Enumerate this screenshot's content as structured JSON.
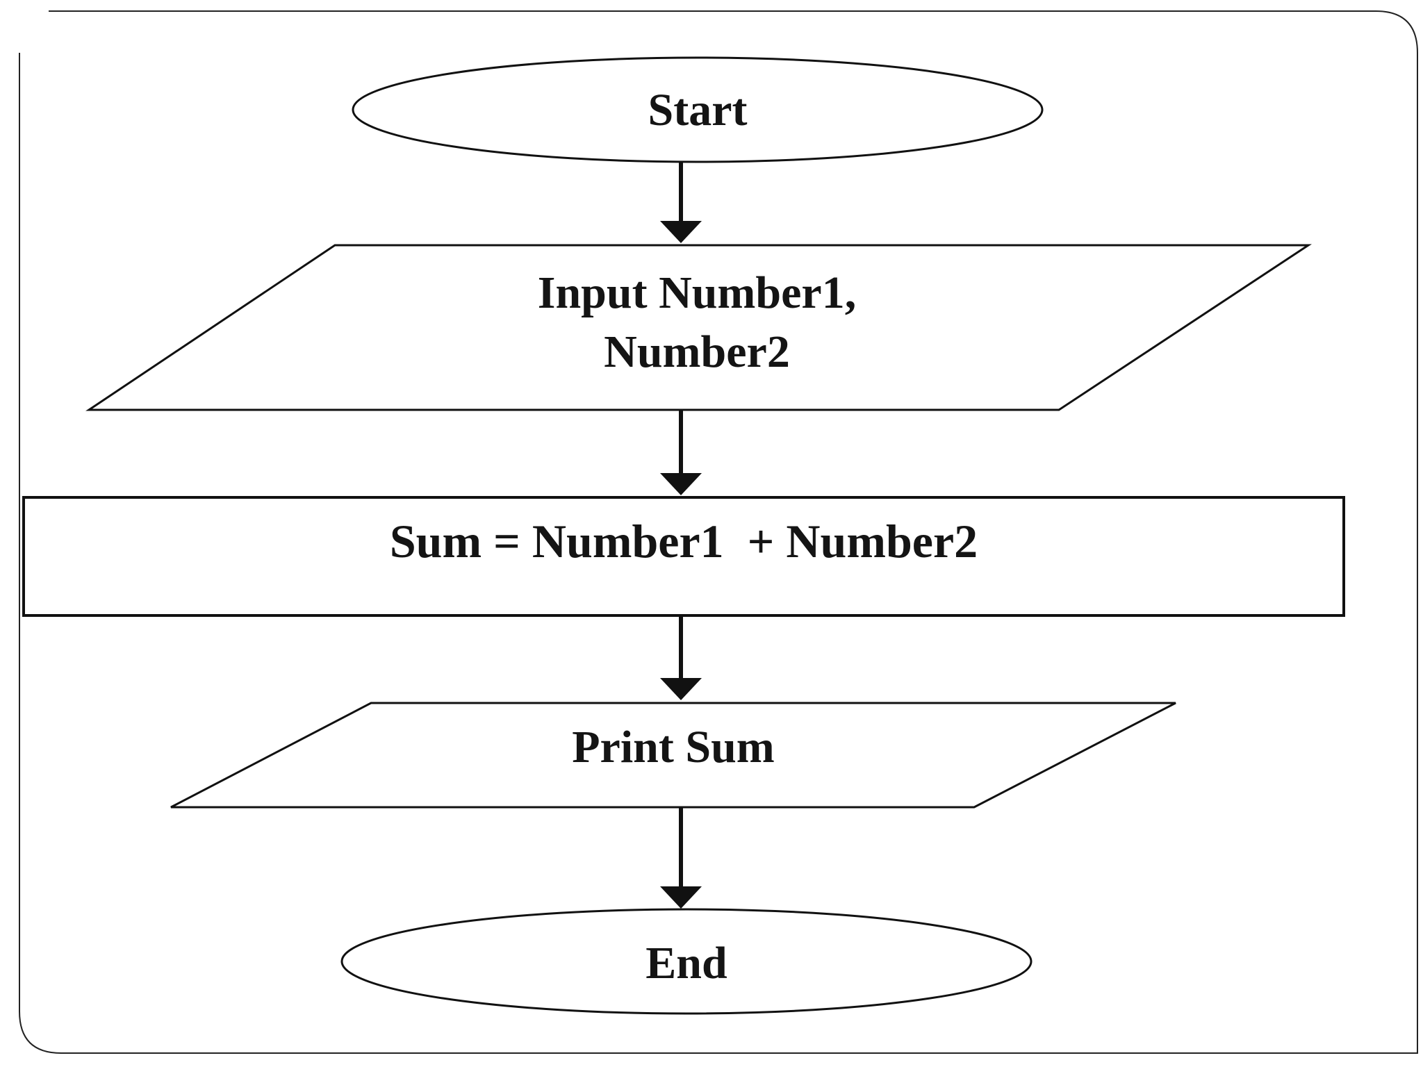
{
  "flowchart": {
    "nodes": [
      {
        "id": "start",
        "shape": "terminator",
        "lines": [
          "Start"
        ]
      },
      {
        "id": "input",
        "shape": "input-output",
        "lines": [
          "Input Number1,",
          "Number2"
        ]
      },
      {
        "id": "process",
        "shape": "process",
        "lines": [
          "Sum = Number1  + Number2"
        ]
      },
      {
        "id": "output",
        "shape": "input-output",
        "lines": [
          "Print Sum"
        ]
      },
      {
        "id": "end",
        "shape": "terminator",
        "lines": [
          "End"
        ]
      }
    ],
    "edges": [
      {
        "from": "start",
        "to": "input"
      },
      {
        "from": "input",
        "to": "process"
      },
      {
        "from": "process",
        "to": "output"
      },
      {
        "from": "output",
        "to": "end"
      }
    ]
  },
  "colors": {
    "background": "#ffffff",
    "stroke": "#111111",
    "text": "#141414",
    "frame": "#222222"
  }
}
